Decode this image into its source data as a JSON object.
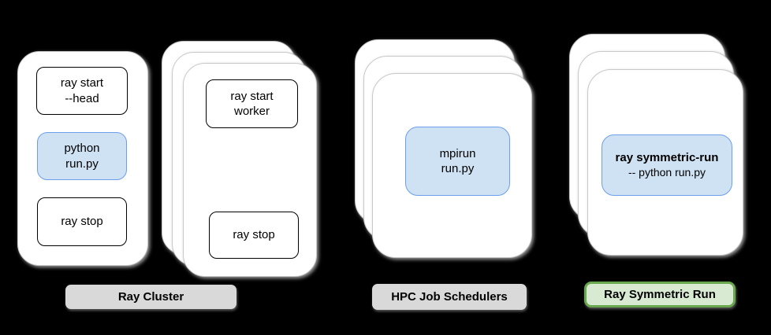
{
  "diagram": {
    "head_node": {
      "ray_start_head": {
        "line1": "ray start",
        "line2": "--head"
      },
      "python_run": {
        "line1": "python",
        "line2": "run.py"
      },
      "ray_stop": {
        "line1": "ray stop"
      }
    },
    "worker_nodes": {
      "ray_start_worker": {
        "line1": "ray start",
        "line2": "worker"
      },
      "ray_stop": {
        "line1": "ray stop"
      }
    },
    "hpc_jobs": {
      "mpirun": {
        "line1": "mpirun",
        "line2": "run.py"
      }
    },
    "symmetric_run": {
      "command": {
        "line1": "ray symmetric-run",
        "line2": "-- python run.py"
      }
    },
    "labels": {
      "ray_cluster": "Ray Cluster",
      "hpc_job_schedulers": "HPC Job Schedulers",
      "ray_symmetric_run": "Ray Symmetric Run"
    },
    "colors": {
      "background": "#000000",
      "card_fill": "#ffffff",
      "card_border": "#c9c9c9",
      "command_box_border": "#000000",
      "highlight_fill": "#cfe2f3",
      "highlight_border": "#6d9eeb",
      "gray_label_fill": "#d9d9d9",
      "green_label_fill": "#d9ead3",
      "green_label_border": "#6aa84f"
    }
  }
}
